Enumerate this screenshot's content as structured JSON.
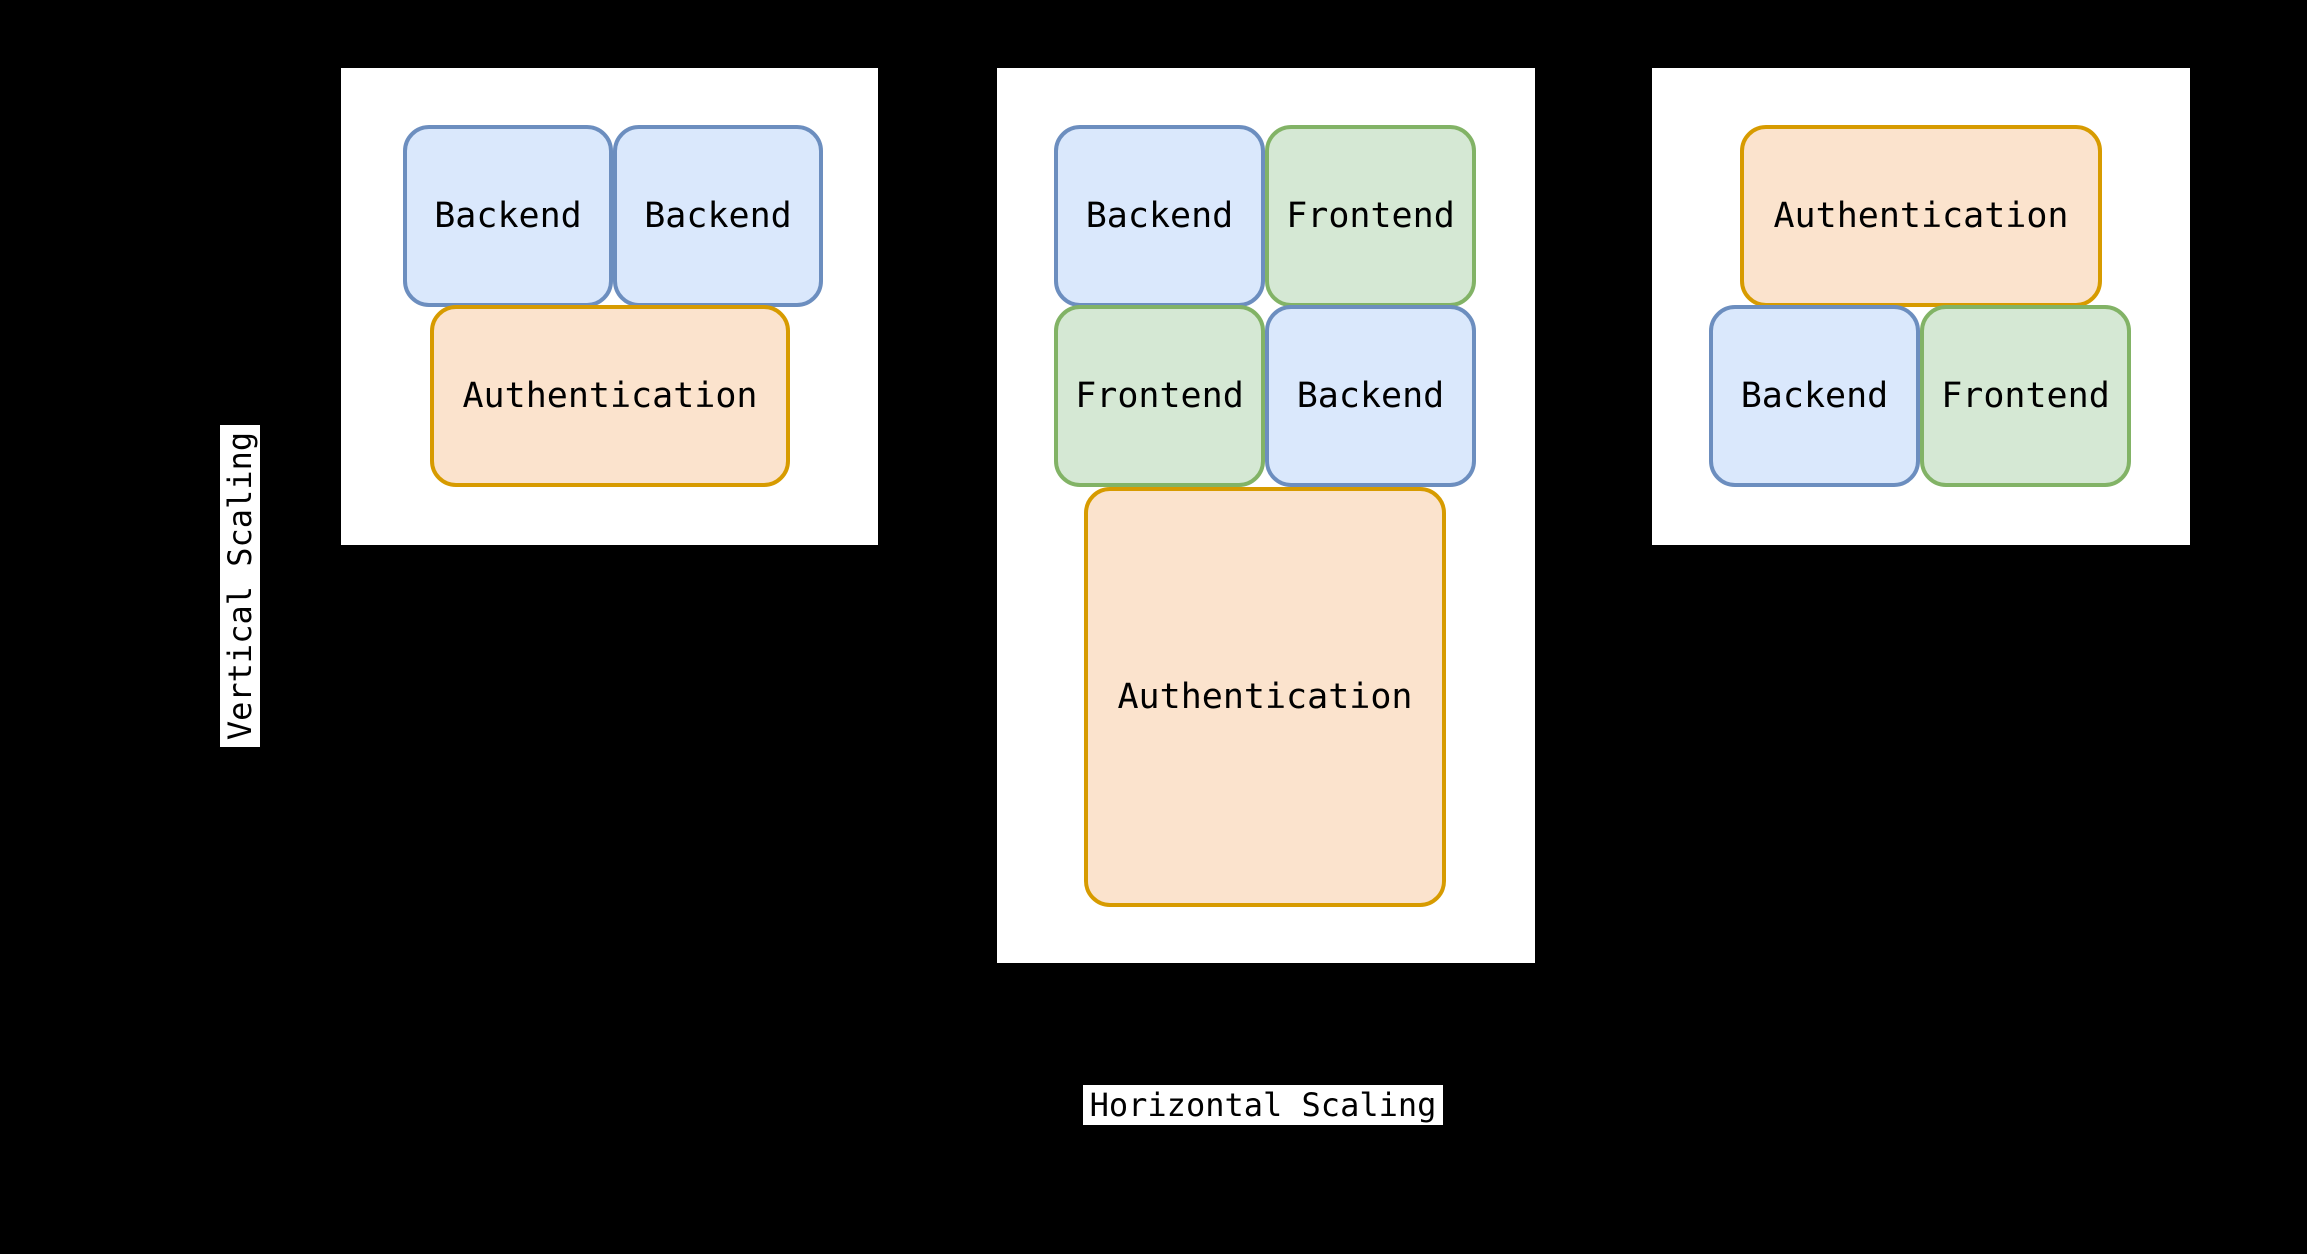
{
  "diagram": {
    "title_vertical_axis": "Vertical Scaling",
    "title_horizontal_axis": "Horizontal Scaling",
    "colors": {
      "background": "#000000",
      "panel": "#ffffff",
      "backend_fill": "#dae8fc",
      "backend_stroke": "#6c8ebf",
      "frontend_fill": "#d5e8d4",
      "frontend_stroke": "#82b366",
      "auth_fill": "#fbe3cd",
      "auth_stroke": "#d79b00",
      "text": "#000000"
    }
  },
  "panels": [
    {
      "id": "panel-1",
      "nodes": [
        {
          "label": "Backend",
          "type": "backend"
        },
        {
          "label": "Backend",
          "type": "backend"
        },
        {
          "label": "Authentication",
          "type": "auth"
        }
      ]
    },
    {
      "id": "panel-2",
      "nodes": [
        {
          "label": "Backend",
          "type": "backend"
        },
        {
          "label": "Frontend",
          "type": "frontend"
        },
        {
          "label": "Frontend",
          "type": "frontend"
        },
        {
          "label": "Backend",
          "type": "backend"
        },
        {
          "label": "Authentication",
          "type": "auth"
        }
      ]
    },
    {
      "id": "panel-3",
      "nodes": [
        {
          "label": "Authentication",
          "type": "auth"
        },
        {
          "label": "Backend",
          "type": "backend"
        },
        {
          "label": "Frontend",
          "type": "frontend"
        }
      ]
    }
  ]
}
